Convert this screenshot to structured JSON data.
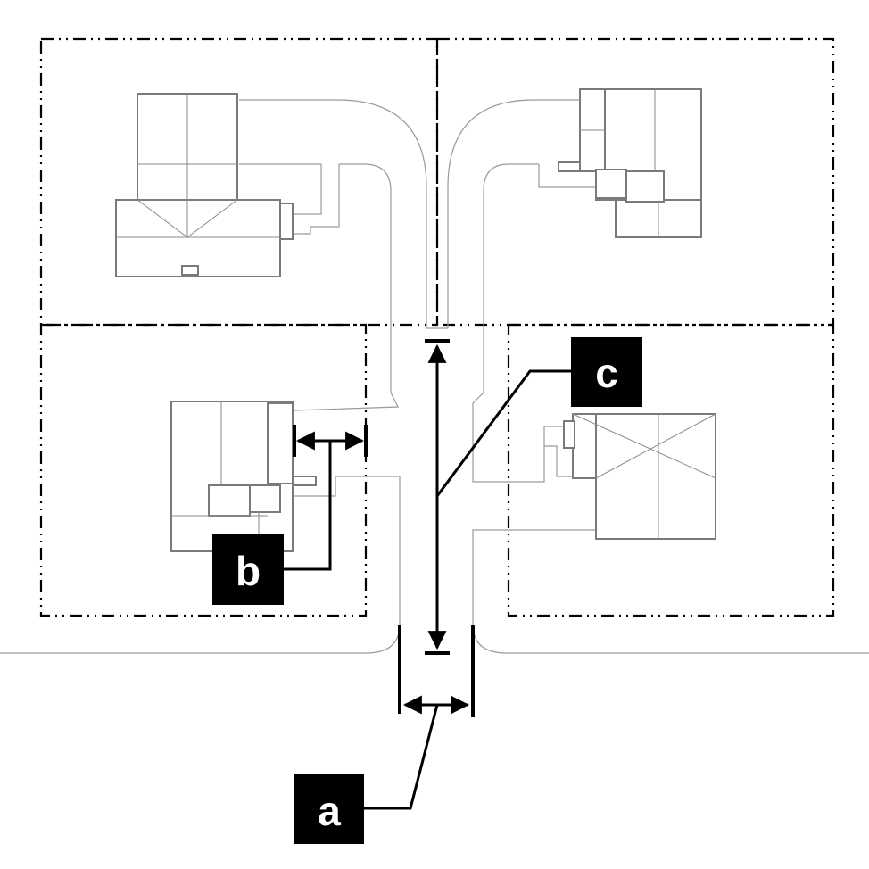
{
  "labels": {
    "a": "a",
    "b": "b",
    "c": "c"
  },
  "colors": {
    "boundary": "#000000",
    "road": "#9a9a9a",
    "building": "#7a7a7a",
    "label_bg": "#000000",
    "label_fg": "#ffffff"
  }
}
